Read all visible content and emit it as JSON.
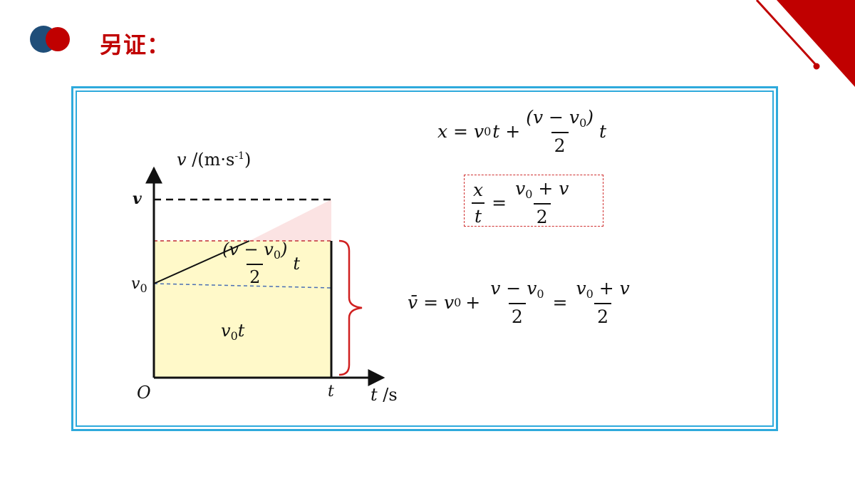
{
  "slide": {
    "title": "另证："
  },
  "graph": {
    "y_axis_label_var": "v",
    "y_axis_label_unit": " /(m·s",
    "y_axis_label_sup": "-1",
    "y_axis_label_close": ")",
    "x_axis_label_var": "t",
    "x_axis_label_unit": " /s",
    "tick_v": "v",
    "tick_v0_base": "v",
    "tick_v0_sub": "0",
    "origin_label": "O",
    "tick_t": "t",
    "upper_area_num_open": "(v − v",
    "upper_area_num_sub": "0",
    "upper_area_num_close": ")",
    "upper_area_den": "2",
    "upper_area_factor": "t",
    "lower_area_base": "v",
    "lower_area_sub": "0",
    "lower_area_suffix": "t"
  },
  "equations": {
    "eq1": {
      "lhs": "x = v",
      "lhs_sub": "0",
      "lhs_t": "t +",
      "num_open": "(v − v",
      "num_sub": "0",
      "num_close": ")",
      "den": "2",
      "tail": "t"
    },
    "eq2": {
      "num": "x",
      "den": "t",
      "eq": "=",
      "rnum_a": "v",
      "rnum_sub": "0",
      "rnum_b": " + v",
      "rden": "2"
    },
    "eq3": {
      "lhs": "v̄ = v",
      "lhs_sub": "0",
      "plus": "+",
      "num_a": "v − v",
      "num_sub": "0",
      "den": "2",
      "eq": "=",
      "num2_a": "v",
      "num2_sub": "0",
      "num2_b": " + v",
      "den2": "2"
    }
  },
  "colors": {
    "accent_red": "#c00000",
    "frame_blue": "#2eaadc",
    "logo_blue": "#1f4e79",
    "area_fill": "#fff9c9",
    "triangle_fill": "#fbe3e3"
  }
}
